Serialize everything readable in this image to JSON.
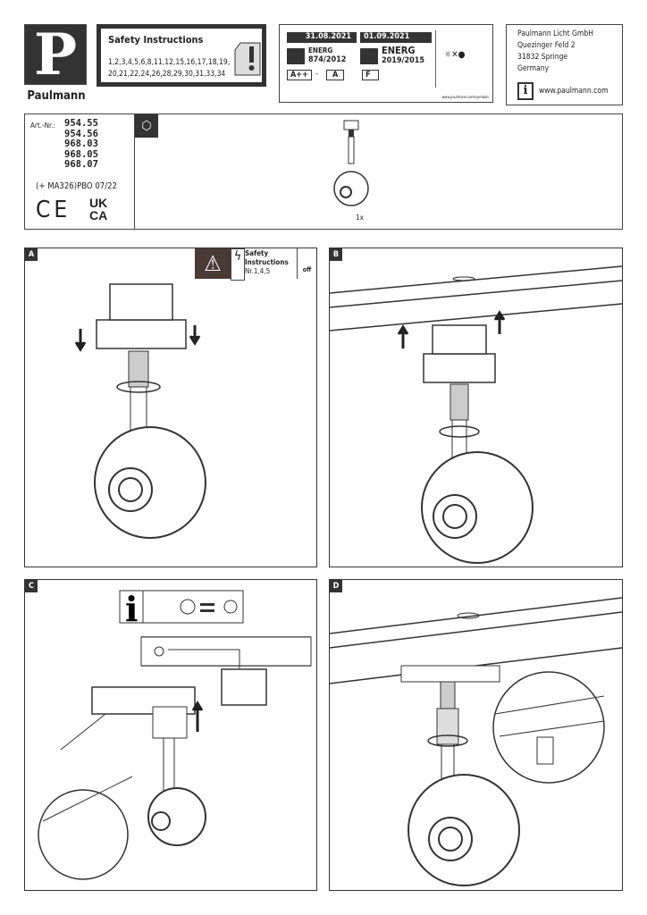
{
  "brand": {
    "logo_letter": "P",
    "name": "Paulmann"
  },
  "safety": {
    "title": "Safety  Instructions",
    "numbers": "1,2,3,4,5,6,8,11,12,15,16,17,18,19, 20,21,22,24,26,28,29,30,31,33,34"
  },
  "energy": {
    "date_old": "31.08.2021",
    "date_new": "01.09.2021",
    "label_old": "ENERG",
    "reg_old": "874/2012",
    "label_new": "ENERG",
    "reg_new": "2019/2015",
    "class_old_from": "A++",
    "class_old_sep": "-",
    "class_old_to": "A",
    "class_new": "F",
    "url": "www.paulmann.com/symbols"
  },
  "address": {
    "lines": [
      "Paulmann Licht GmbH",
      "Quezinger Feld 2",
      "31832 Springe",
      "Germany"
    ],
    "website": "www.paulmann.com"
  },
  "article": {
    "label": "Art.-Nr.:",
    "numbers": [
      "954.55",
      "954.56",
      "968.03",
      "968.05",
      "968.07"
    ],
    "code": "(+ MA326)PBO 07/22",
    "ce": "CE",
    "ukca_top": "UK",
    "ukca_bottom": "CA",
    "quantity": "1x"
  },
  "panels": [
    {
      "label": "A",
      "safety_title": "Safety Instructions",
      "safety_nr": "Nr.1,4,5",
      "off": "off"
    },
    {
      "label": "B"
    },
    {
      "label": "C"
    },
    {
      "label": "D"
    }
  ]
}
